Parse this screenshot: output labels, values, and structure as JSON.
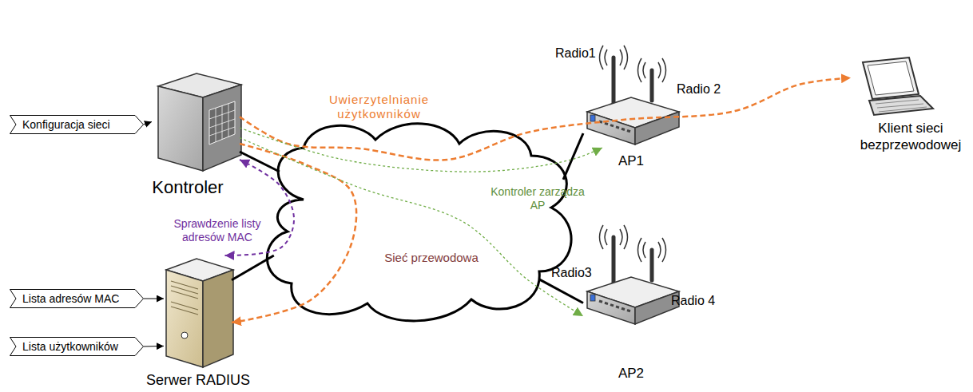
{
  "diagram": {
    "nodes": [
      {
        "text": [
          "Konfiguracja sieci"
        ]
      },
      {
        "text": [
          "Kontroler"
        ]
      },
      {
        "text": [
          "Sieć przewodowa"
        ]
      },
      {
        "text": [
          "AP1"
        ]
      },
      {
        "text": [
          "Klient sieci bezprzewodowej"
        ]
      },
      {
        "text": [
          "AP2"
        ]
      },
      {
        "text": [
          "Lista adresów MAC"
        ]
      },
      {
        "text": [
          "Lista użytkowników"
        ]
      },
      {
        "text": [
          "Serwer RADIUS"
        ]
      }
    ],
    "edges": [
      {
        "from": 0,
        "to": 1,
        "arrow": "to"
      },
      {
        "from": 6,
        "to": 8,
        "arrow": "to"
      },
      {
        "from": 7,
        "to": 8,
        "arrow": "to"
      },
      {
        "from": 1,
        "to": 2,
        "arrow": "none"
      },
      {
        "from": 8,
        "to": 2,
        "arrow": "none"
      },
      {
        "from": 3,
        "to": 2,
        "arrow": "none"
      },
      {
        "from": 5,
        "to": 2,
        "arrow": "none"
      },
      {
        "from": 1,
        "to": 4,
        "label": "Uwierzytelnianie użytkowników",
        "arrow": "to"
      },
      {
        "from": 1,
        "to": 8,
        "arrow": "to"
      },
      {
        "from": 1,
        "to": 8,
        "label": "Sprawdzenie listy adresów MAC",
        "arrow": "both"
      },
      {
        "from": 1,
        "to": 3,
        "label": "Kontroler zarządza AP",
        "arrow": "to"
      },
      {
        "from": 1,
        "to": 5,
        "arrow": "to"
      }
    ],
    "labels": [
      "Radio1",
      "Radio 2",
      "Radio3",
      "Radio 4"
    ]
  }
}
